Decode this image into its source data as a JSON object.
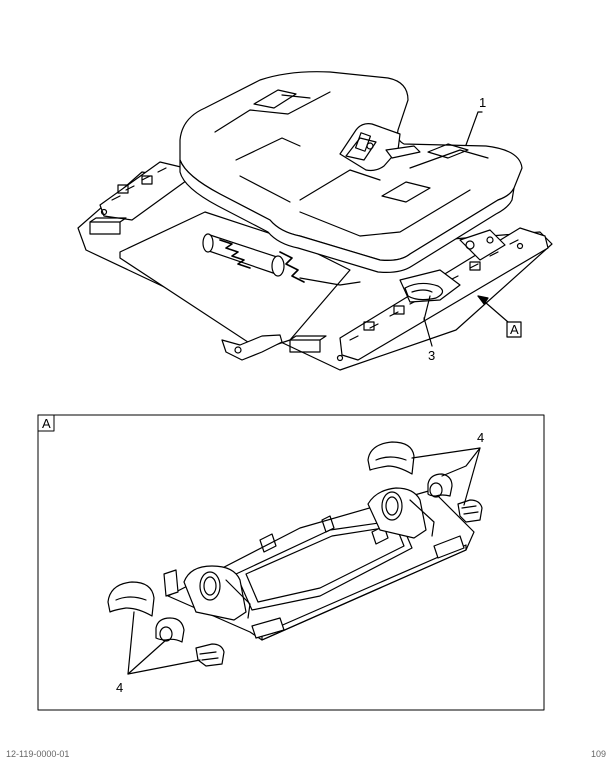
{
  "callouts": {
    "c1": "1",
    "c3": "3",
    "c4a": "4",
    "c4b": "4"
  },
  "view_label": "A",
  "detail_label": "A",
  "footer": {
    "left": "12-119-0000-01",
    "right": "109"
  }
}
